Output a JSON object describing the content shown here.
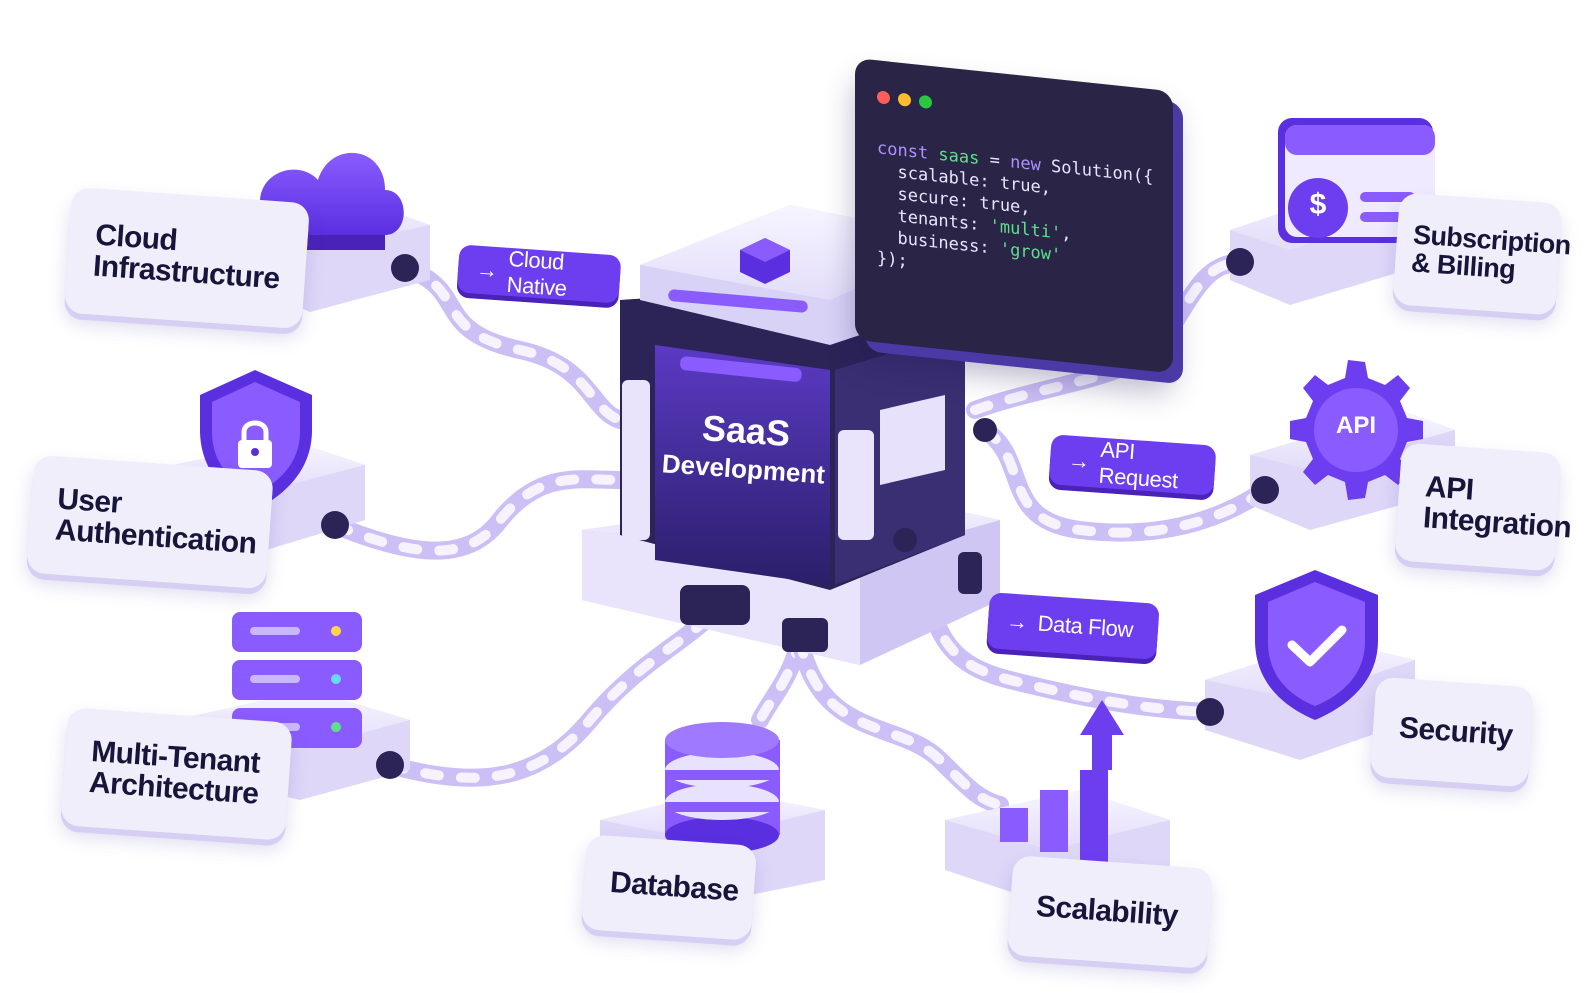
{
  "hub": {
    "line1": "SaaS",
    "line2": "Development"
  },
  "code_window": {
    "lines": [
      [
        {
          "t": "const ",
          "c": "kw"
        },
        {
          "t": "saas",
          "c": "var"
        },
        {
          "t": " = ",
          "c": ""
        },
        {
          "t": "new",
          "c": "kw"
        },
        {
          "t": " Solution({",
          "c": ""
        }
      ],
      [
        {
          "t": "  scalable: true,",
          "c": ""
        }
      ],
      [
        {
          "t": "  secure: true,",
          "c": ""
        }
      ],
      [
        {
          "t": "  tenants: ",
          "c": ""
        },
        {
          "t": "'multi'",
          "c": "str"
        },
        {
          "t": ",",
          "c": ""
        }
      ],
      [
        {
          "t": "  business: ",
          "c": ""
        },
        {
          "t": "'grow'",
          "c": "str"
        }
      ],
      [
        {
          "t": "});",
          "c": ""
        }
      ]
    ]
  },
  "nodes": {
    "cloud": {
      "line1": "Cloud",
      "line2": "Infrastructure",
      "icon": "cloud-icon"
    },
    "auth": {
      "line1": "User",
      "line2": "Authentication",
      "icon": "shield-lock-icon"
    },
    "tenant": {
      "line1": "Multi-Tenant",
      "line2": "Architecture",
      "icon": "server-stack-icon"
    },
    "database": {
      "line1": "Database",
      "icon": "database-icon"
    },
    "scalability": {
      "line1": "Scalability",
      "icon": "growth-chart-icon"
    },
    "security": {
      "line1": "Security",
      "icon": "shield-check-icon"
    },
    "api": {
      "line1": "API",
      "line2": "Integration",
      "icon": "api-gear-icon",
      "icon_text": "API"
    },
    "billing": {
      "line1": "Subscription",
      "line2": "& Billing",
      "icon": "dollar-card-icon",
      "icon_text": "$"
    }
  },
  "flows": {
    "cloud_native": "Cloud Native",
    "api_request": "API Request",
    "data_flow": "Data Flow"
  },
  "colors": {
    "accent": "#6d3df0",
    "accent_dark": "#4a22b8",
    "surface": "#f1eefc",
    "text": "#17153a",
    "hub_dark": "#2c2357",
    "code_bg": "#2a2447"
  }
}
